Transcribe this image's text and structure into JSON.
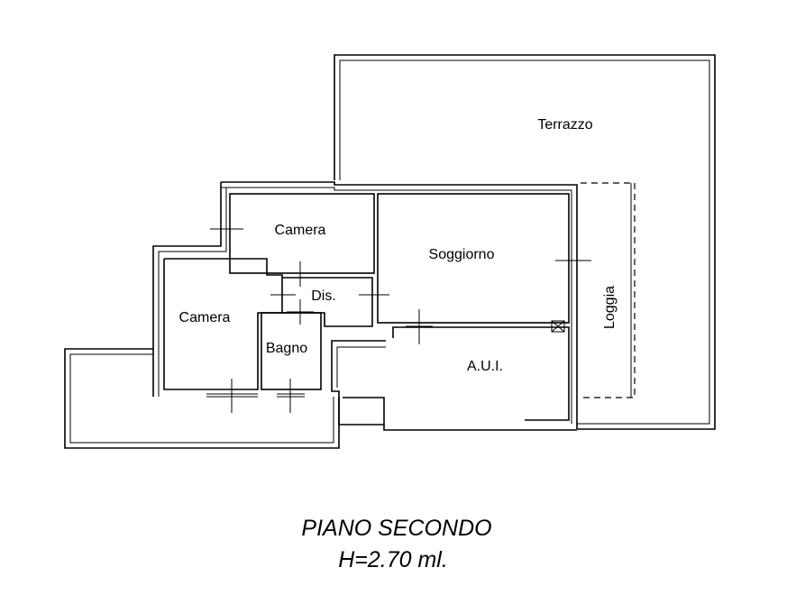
{
  "rooms": {
    "terrazzo": "Terrazzo",
    "camera_top": "Camera",
    "soggiorno": "Soggiorno",
    "dis": "Dis.",
    "camera_left": "Camera",
    "bagno": "Bagno",
    "aui": "A.U.I.",
    "loggia": "Loggia"
  },
  "caption": {
    "title": "PIANO SECONDO",
    "height": "H=2.70 ml."
  }
}
